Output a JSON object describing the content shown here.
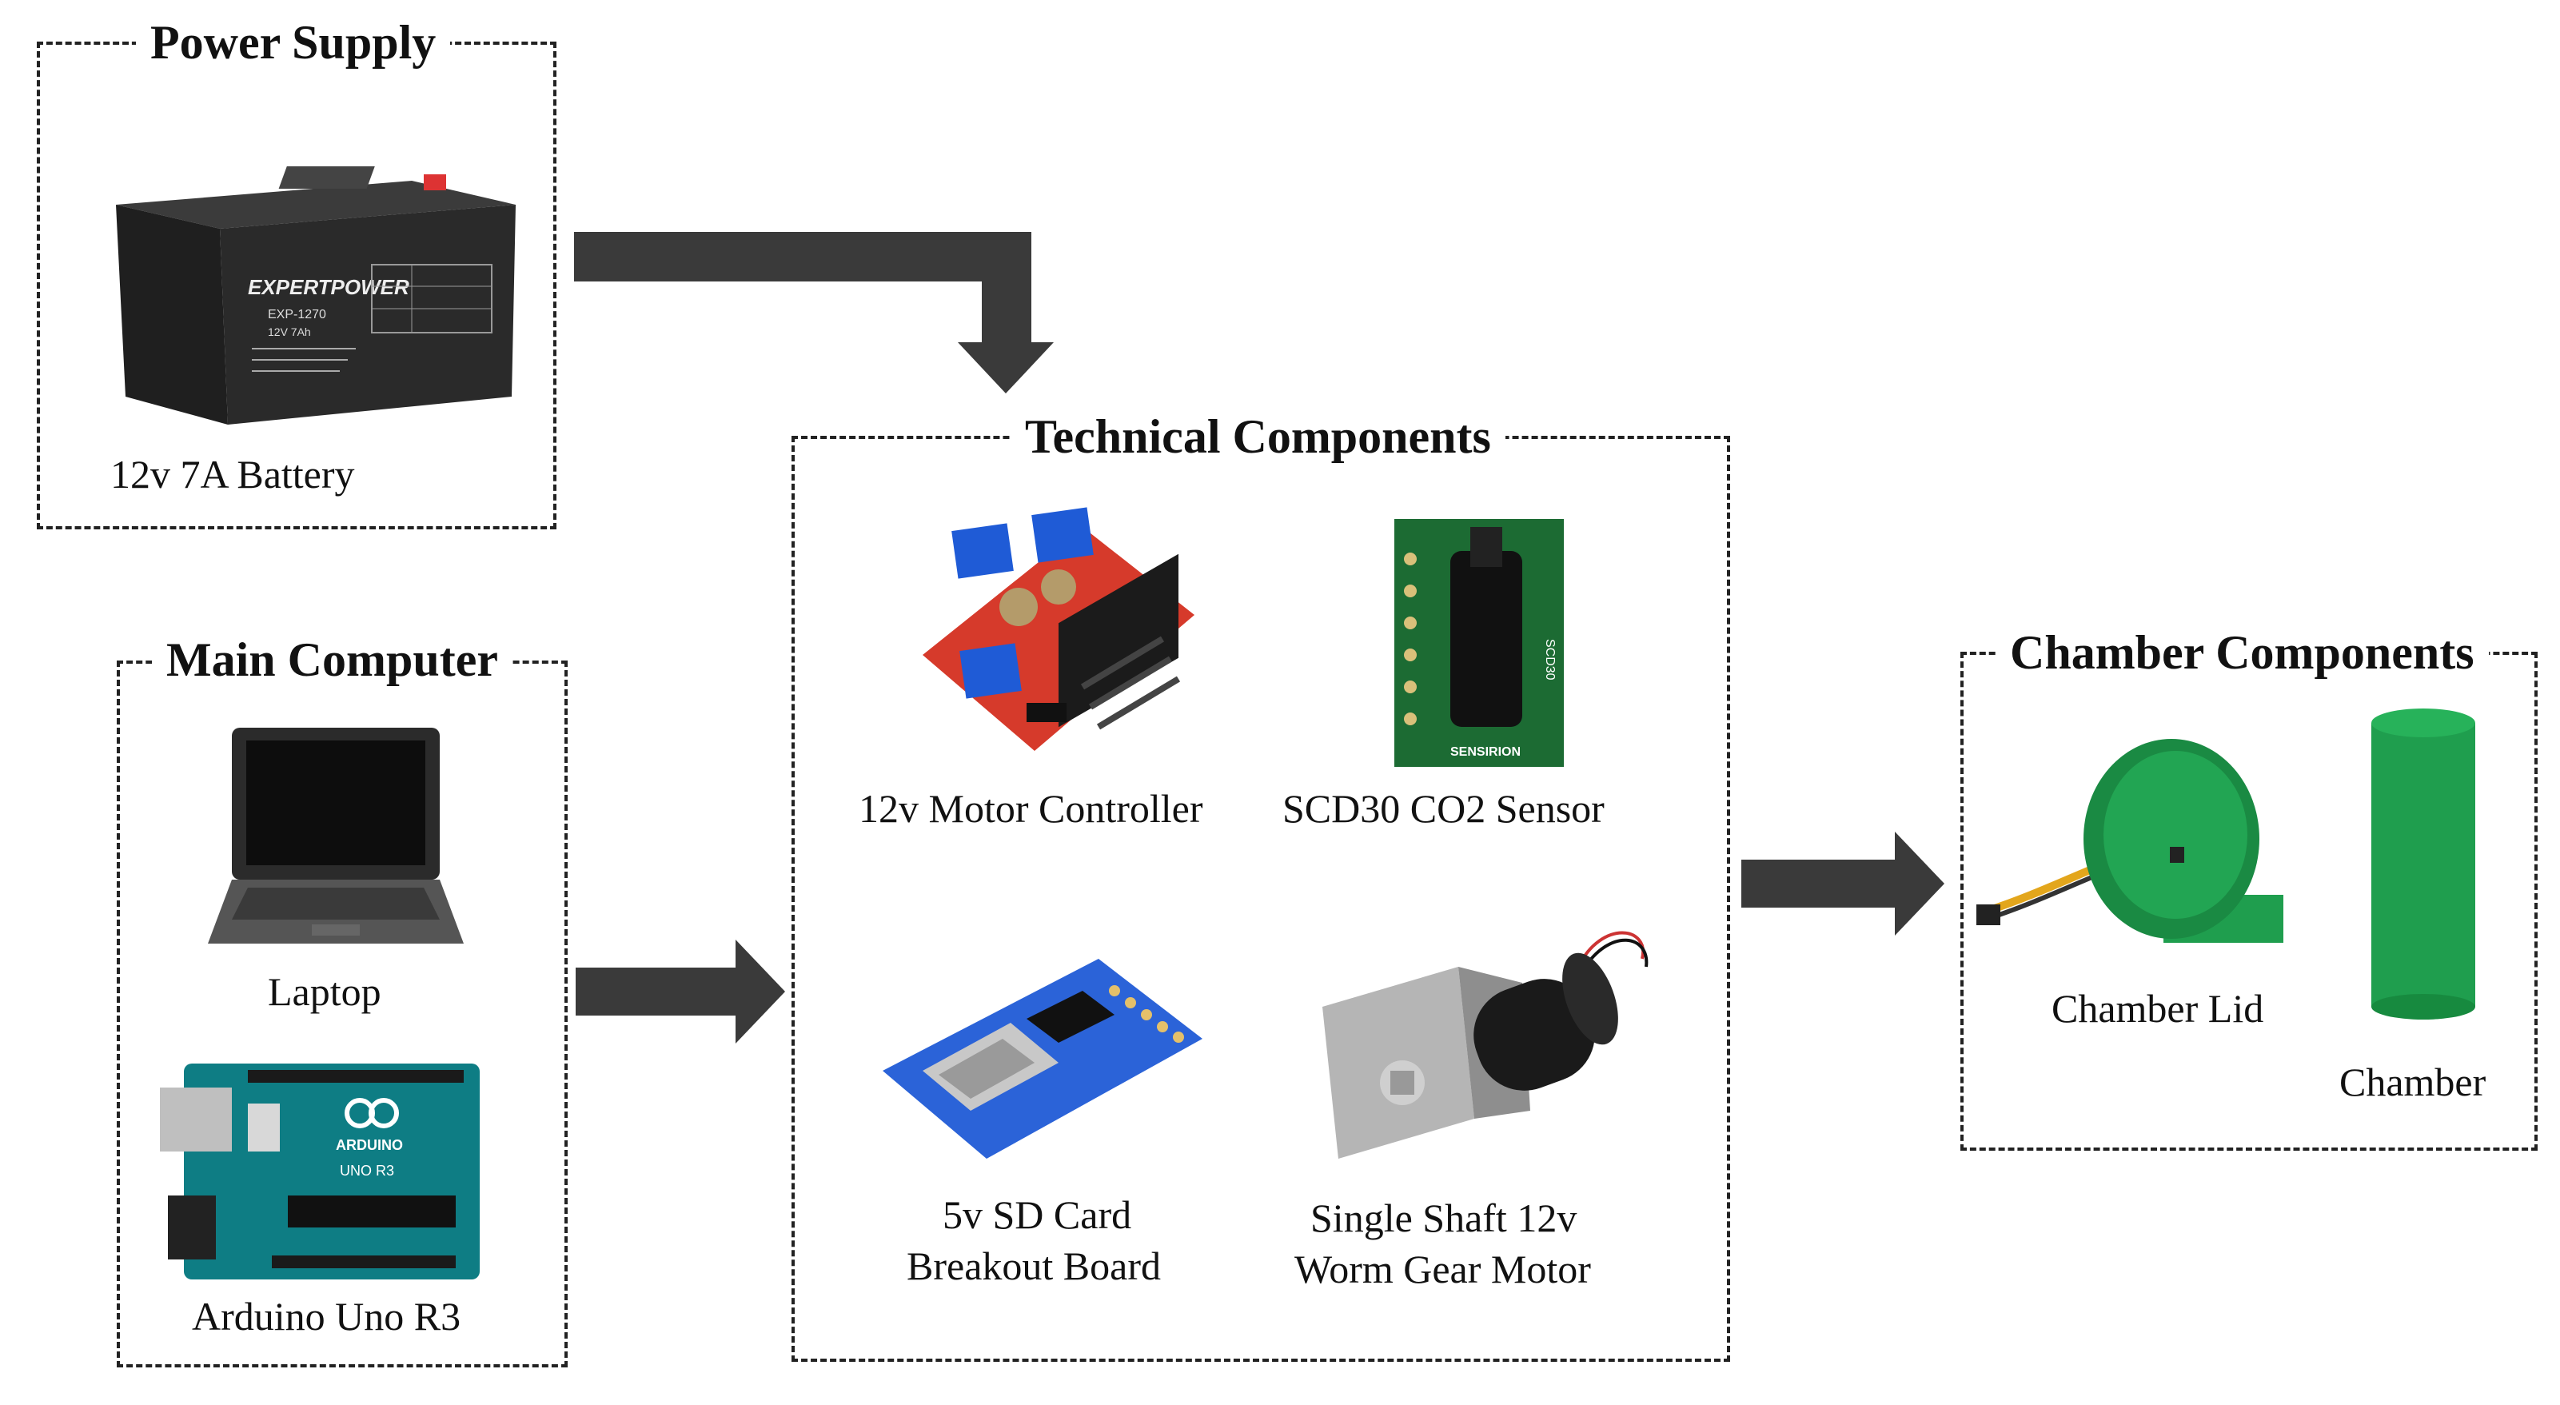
{
  "groups": {
    "power_supply": {
      "title": "Power Supply",
      "items": {
        "battery": "12v 7A Battery"
      }
    },
    "main_computer": {
      "title": "Main Computer",
      "items": {
        "laptop": "Laptop",
        "arduino": "Arduino Uno R3"
      }
    },
    "technical": {
      "title": "Technical Components",
      "items": {
        "motor_controller": "12v Motor Controller",
        "co2_sensor": "SCD30 CO2 Sensor",
        "sd_card_line1": "5v SD Card",
        "sd_card_line2": "Breakout Board",
        "motor_line1": "Single Shaft 12v",
        "motor_line2": "Worm Gear Motor"
      }
    },
    "chamber": {
      "title": "Chamber Components",
      "items": {
        "lid": "Chamber Lid",
        "chamber": "Chamber"
      }
    }
  },
  "product_markings": {
    "battery_brand": "EXPERTPOWER",
    "battery_model": "EXP-1270",
    "battery_rating": "12V 7Ah",
    "arduino_brand": "ARDUINO",
    "arduino_board": "UNO R3",
    "sensor_model": "SCD30",
    "sensor_brand": "SENSIRION"
  },
  "colors": {
    "arrow": "#3a3a3a",
    "border": "#222222",
    "chamber_green": "#1f9e4e"
  }
}
